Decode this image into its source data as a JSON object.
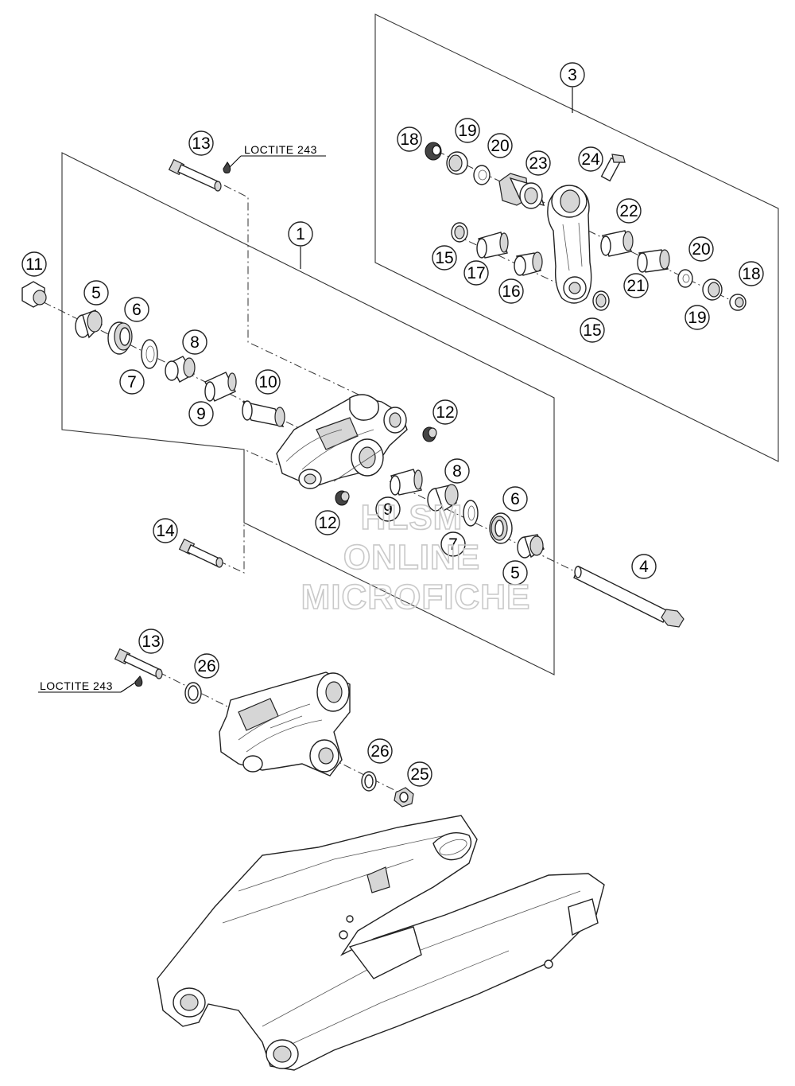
{
  "callouts": {
    "c1": "1",
    "c3": "3",
    "c4": "4",
    "c5a": "5",
    "c5b": "5",
    "c6a": "6",
    "c6b": "6",
    "c7a": "7",
    "c7b": "7",
    "c8a": "8",
    "c8b": "8",
    "c9a": "9",
    "c9b": "9",
    "c10": "10",
    "c11": "11",
    "c12a": "12",
    "c12b": "12",
    "c13a": "13",
    "c13b": "13",
    "c14": "14",
    "c15a": "15",
    "c15b": "15",
    "c16": "16",
    "c17": "17",
    "c18a": "18",
    "c18b": "18",
    "c19a": "19",
    "c19b": "19",
    "c20a": "20",
    "c20b": "20",
    "c21": "21",
    "c22": "22",
    "c23": "23",
    "c24": "24",
    "c25": "25",
    "c26a": "26",
    "c26b": "26"
  },
  "notes": {
    "loctite_top": "LOCTITE 243",
    "loctite_bottom": "LOCTITE 243"
  },
  "watermark": {
    "line1": "HLSM",
    "line2": "ONLINE",
    "line3": "MICROFICHE"
  }
}
